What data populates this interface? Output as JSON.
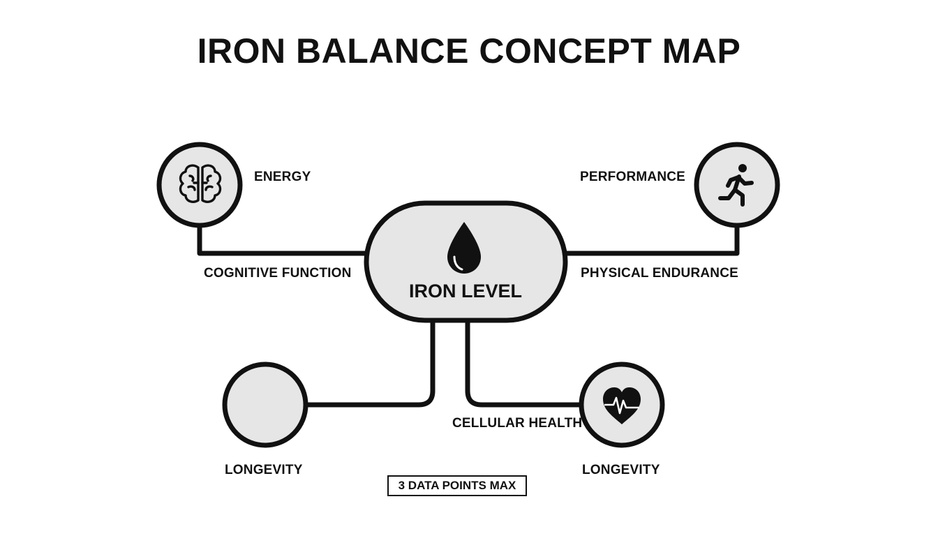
{
  "title": "IRON BALANCE CONCEPT MAP",
  "center": {
    "label": "IRON LEVEL",
    "icon": "droplet-icon"
  },
  "nodes": {
    "top_left": {
      "icon": "brain-icon",
      "label_top": "ENERGY",
      "label_bottom": "COGNITIVE FUNCTION"
    },
    "top_right": {
      "icon": "runner-icon",
      "label_top": "PERFORMANCE",
      "label_bottom": "PHYSICAL ENDURANCE"
    },
    "bottom_left": {
      "icon": "",
      "label": "LONGEVITY"
    },
    "bottom_right": {
      "icon": "heartbeat-icon",
      "label_top": "CELLULAR HEALTH",
      "label": "LONGEVITY"
    }
  },
  "footnote": "3 DATA POINTS MAX",
  "colors": {
    "stroke": "#111111",
    "fill": "#e6e6e6",
    "background": "#ffffff"
  }
}
